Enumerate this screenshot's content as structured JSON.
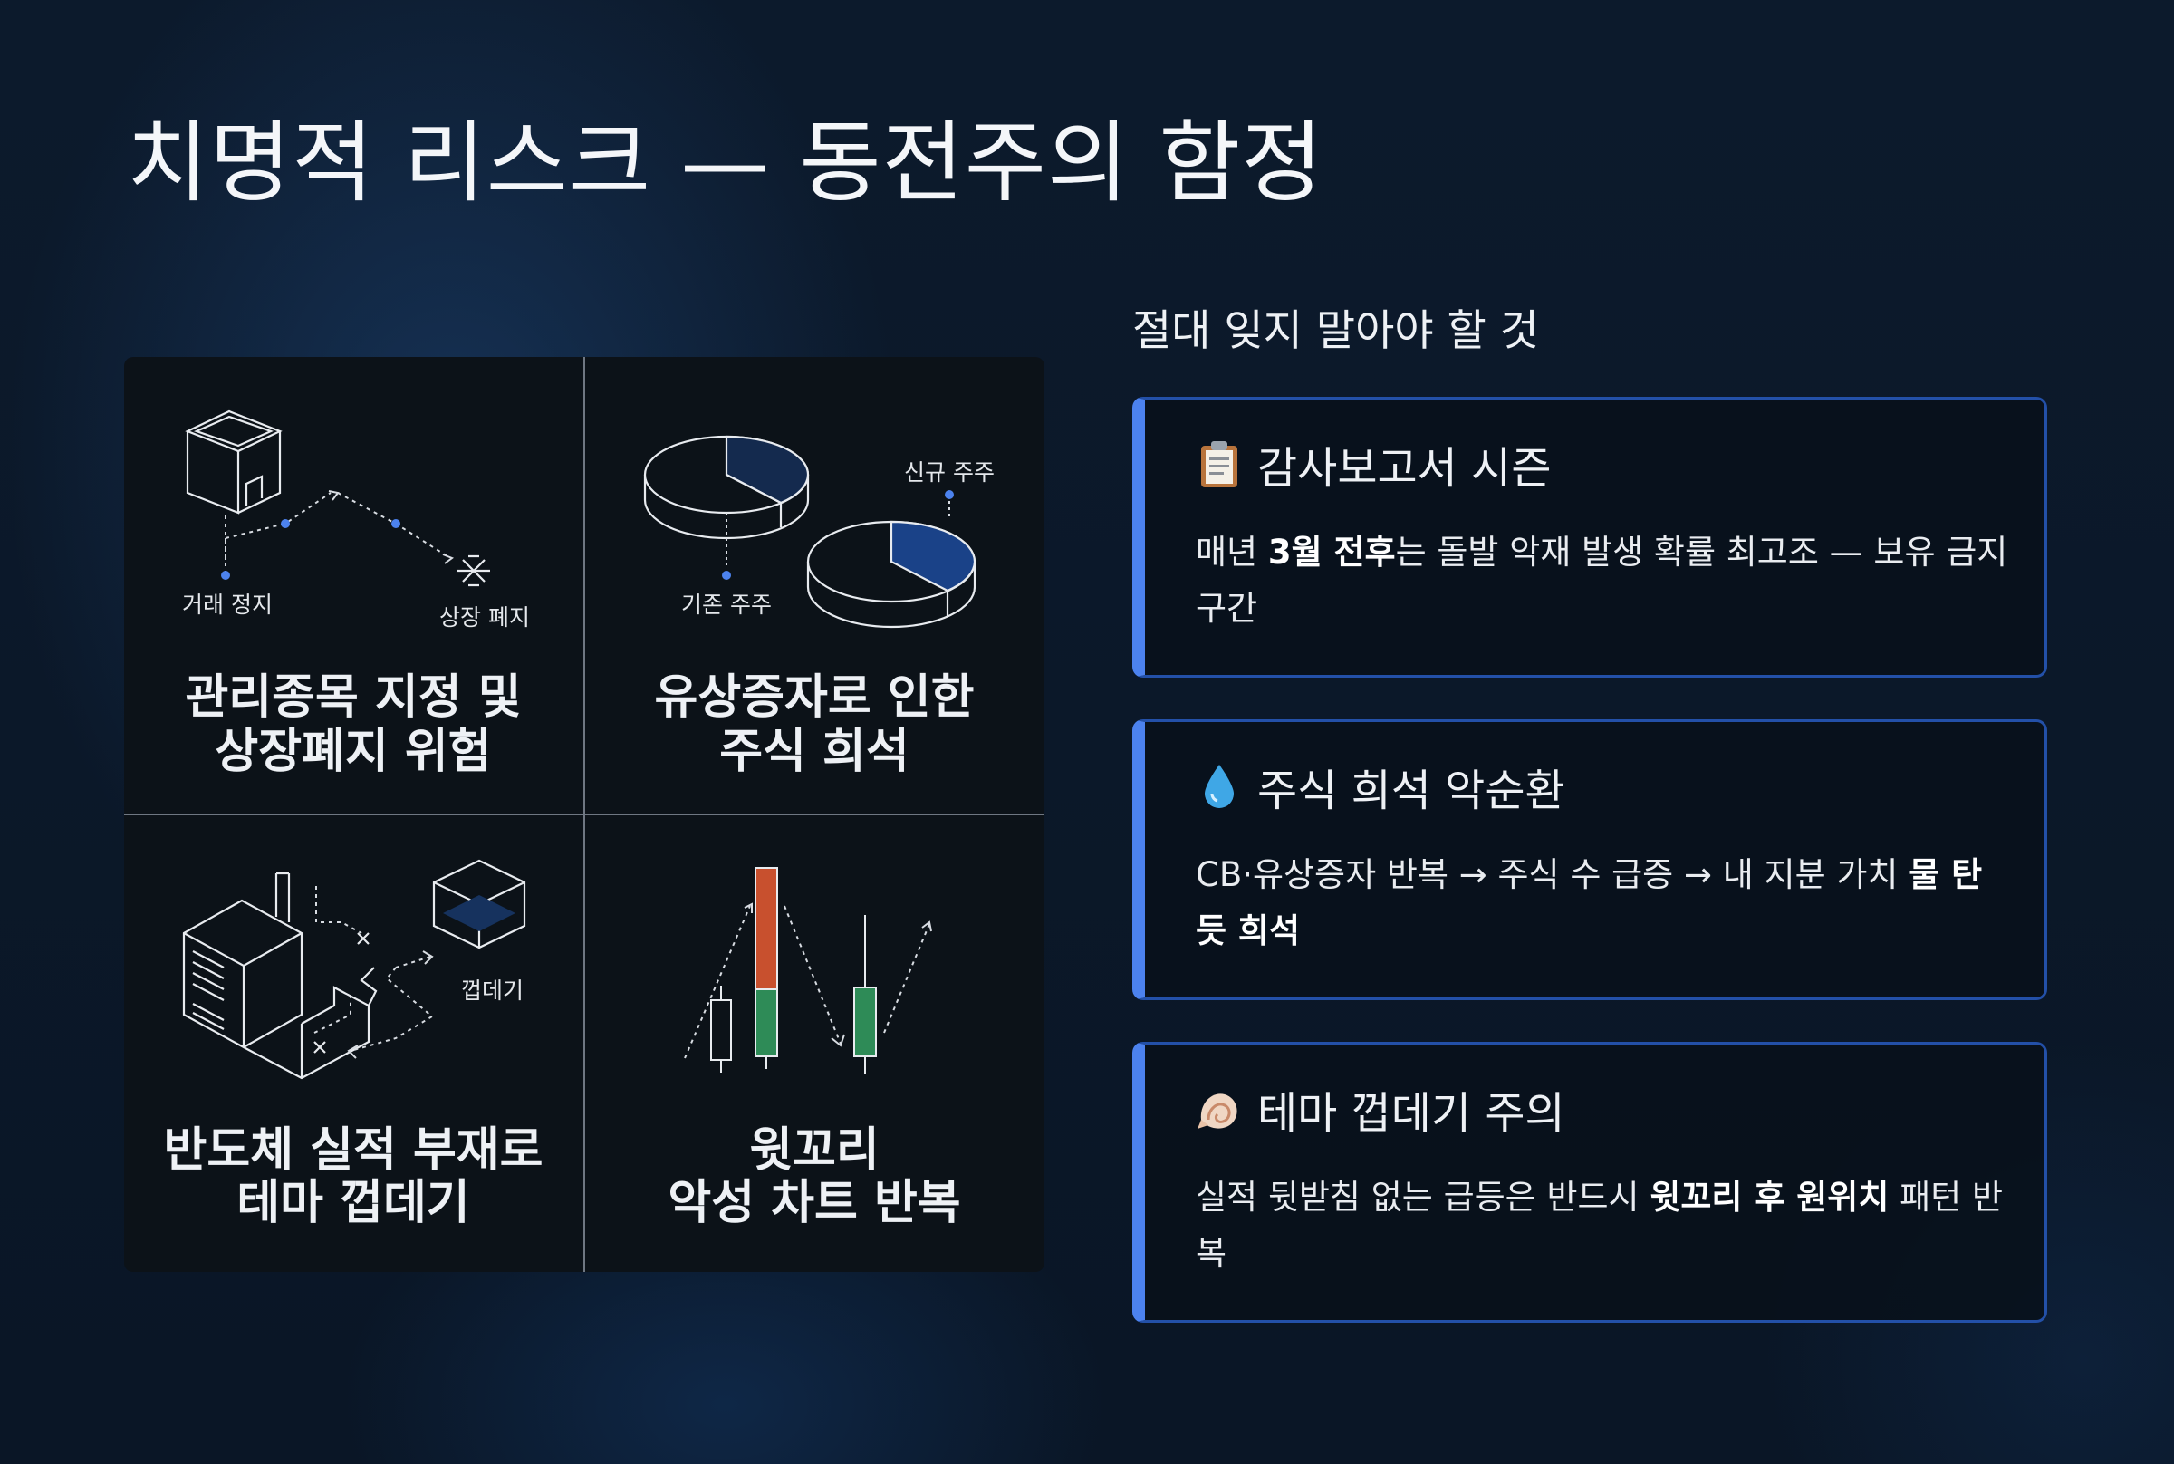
{
  "title": "치명적 리스크 — 동전주의 함정",
  "grid": {
    "cells": [
      {
        "title_line1": "관리종목 지정 및",
        "title_line2": "상장폐지 위험",
        "label_a": "거래 정지",
        "label_b": "상장 폐지"
      },
      {
        "title_line1": "유상증자로 인한",
        "title_line2": "주식 희석",
        "label_a": "기존 주주",
        "label_b": "신규 주주"
      },
      {
        "title_line1": "반도체 실적 부재로",
        "title_line2": "테마 껍데기",
        "label_a": "껍데기"
      },
      {
        "title_line1": "윗꼬리",
        "title_line2": "악성 차트 반복"
      }
    ]
  },
  "section_label": "절대 잊지 말아야 할 것",
  "cards": [
    {
      "icon": "clipboard-icon",
      "title": "감사보고서 시즌",
      "body_parts": [
        {
          "text": "매년 ",
          "bold": false
        },
        {
          "text": "3월 전후",
          "bold": true
        },
        {
          "text": "는 돌발 악재 발생 확률 최고조 — 보유 금지 구간",
          "bold": false
        }
      ]
    },
    {
      "icon": "droplet-icon",
      "title": "주식 희석 악순환",
      "body_parts": [
        {
          "text": "CB·유상증자 반복 → 주식 수 급증 → 내 지분 가치 ",
          "bold": false
        },
        {
          "text": "물 탄 듯 희석",
          "bold": true
        }
      ]
    },
    {
      "icon": "shell-icon",
      "title": "테마 껍데기 주의",
      "body_parts": [
        {
          "text": "실적 뒷받침 없는 급등은 반드시 ",
          "bold": false
        },
        {
          "text": "윗꼬리 후 원위치",
          "bold": true
        },
        {
          "text": " 패턴 반복",
          "bold": false
        }
      ]
    }
  ],
  "colors": {
    "accent": "#4c82ee",
    "border": "#2350a8",
    "candle_up": "#2e8b57",
    "candle_down": "#c8502e"
  }
}
